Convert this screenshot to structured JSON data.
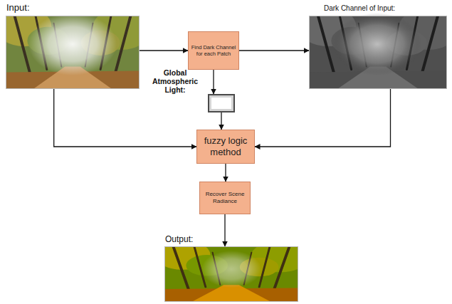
{
  "diagram": {
    "nodes": [
      {
        "text": [
          "Input:"
        ]
      },
      {
        "text": [
          "Find Dark Channel for each Patch"
        ]
      },
      {
        "text": [
          "Dark Channel of Input:"
        ]
      },
      {
        "text": [
          "Global Atmospheric Light:"
        ]
      },
      {
        "text": [
          "fuzzy logic method"
        ]
      },
      {
        "text": [
          "Recover Scene Radiance"
        ]
      },
      {
        "text": [
          "Output:"
        ]
      }
    ],
    "edges": [
      {
        "from": 0,
        "to": 1,
        "arrow": "to"
      },
      {
        "from": 1,
        "to": 2,
        "arrow": "to"
      },
      {
        "from": 1,
        "to": 3,
        "arrow": "to"
      },
      {
        "from": 0,
        "to": 4,
        "arrow": "to"
      },
      {
        "from": 2,
        "to": 4,
        "arrow": "to"
      },
      {
        "from": 3,
        "to": 4,
        "arrow": "to"
      },
      {
        "from": 4,
        "to": 5,
        "arrow": "to"
      },
      {
        "from": 5,
        "to": 6,
        "arrow": "to"
      }
    ]
  }
}
